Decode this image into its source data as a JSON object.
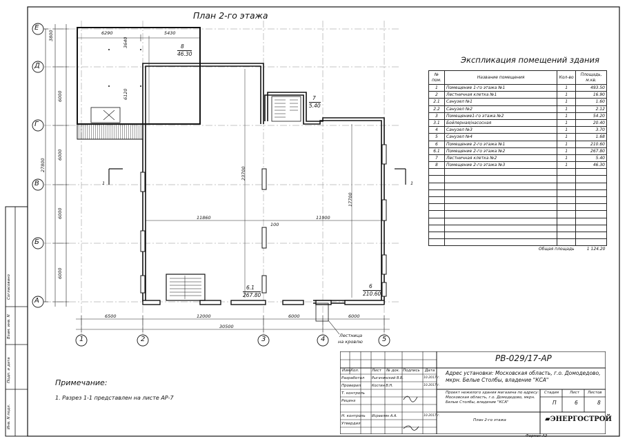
{
  "plan_title": "План 2-го этажа",
  "axes_rows": [
    "Е",
    "Д",
    "Г",
    "В",
    "Б",
    "А"
  ],
  "axes_cols": [
    "1",
    "2",
    "3",
    "4",
    "5"
  ],
  "dims": {
    "bottom": [
      "6500",
      "12000",
      "6000",
      "6000"
    ],
    "bottom_total": "30500",
    "left": [
      "3800",
      "6000",
      "6000",
      "6000",
      "6000"
    ],
    "left_total": "27800",
    "top": [
      "6290",
      "5430"
    ],
    "inner": [
      "3640",
      "6120",
      "23700",
      "11860",
      "11900",
      "17700",
      "100"
    ]
  },
  "rooms": [
    {
      "num": "8",
      "area": "46.30"
    },
    {
      "num": "7",
      "area": "5.40"
    },
    {
      "num": "6.1",
      "area": "267.80"
    },
    {
      "num": "6",
      "area": "210.60"
    }
  ],
  "section_mark": "1",
  "roof_stair_label": [
    "Лестница",
    "на кровлю"
  ],
  "explication": {
    "title": "Экспликация помещений здания",
    "headers": [
      "№ пом.",
      "Название помещения",
      "Кол-во",
      "Площадь, м.кв."
    ],
    "rows": [
      [
        "1",
        "Помещение 1-го этажа №1",
        "1",
        "493.50"
      ],
      [
        "2",
        "Лестничная клетка №1",
        "1",
        "16.90"
      ],
      [
        "2.1",
        "Санузел №1",
        "1",
        "1.60"
      ],
      [
        "2.2",
        "Санузел №2",
        "1",
        "2.12"
      ],
      [
        "3",
        "Помещение1-го этажа №2",
        "1",
        "54.20"
      ],
      [
        "3.1",
        "Бойлерная/насосная",
        "1",
        "20.40"
      ],
      [
        "4",
        "Санузел №3",
        "1",
        "3.70"
      ],
      [
        "5",
        "Санузел №4",
        "1",
        "1.68"
      ],
      [
        "6",
        "Помещение 2-го этажа №1",
        "1",
        "210.60"
      ],
      [
        "6.1",
        "Помещение 2-го этажа №2",
        "1",
        "267.80"
      ],
      [
        "7",
        "Лестничная клетка №2",
        "1",
        "5.40"
      ],
      [
        "8",
        "Помещение 2-го этажа №3",
        "1",
        "46.30"
      ]
    ],
    "total_label": "Общая площадь",
    "total_value": "1 124.20"
  },
  "notes": {
    "heading": "Примечание:",
    "items": [
      "1. Разрез 1-1 представлен на листе АР-7"
    ]
  },
  "side_labels": [
    "Согласовано",
    "Взам. инв. N",
    "Подп. и дата",
    "Инв. N подл."
  ],
  "stamp": {
    "doc_code": "РВ-029/17-АР",
    "address": "Адрес установки: Московская область, г.о. Домодедово, мкрн. Белые Столбы, владение \"КСА\"",
    "project": "Проект нежилого здания магазина по адресу: Московская область, г.о. Домодедово, мкрн. Белые Столбы, владение \"КСА\"",
    "sheet_title": "План 2-го этажа",
    "cols": [
      "Изм.",
      "Кол.",
      "Лист",
      "№ док.",
      "Подпись",
      "Дата"
    ],
    "roles": [
      "Разработал",
      "Проверил",
      "Т. контроль",
      "Реценз",
      "Н. контроль",
      "Утвердил"
    ],
    "names": [
      "Рыгачинский В.В.",
      "Костин В.Н.",
      "Исраелян А.А."
    ],
    "dates": [
      "10.2017 г.",
      "10.2017 г.",
      "10.2017 г."
    ],
    "stage_headers": [
      "Стадия",
      "Лист",
      "Листов"
    ],
    "stage_values": [
      "П",
      "6",
      "8"
    ],
    "company": "ЭНЕРГОСТРОЙ",
    "format": "Формат А3"
  }
}
